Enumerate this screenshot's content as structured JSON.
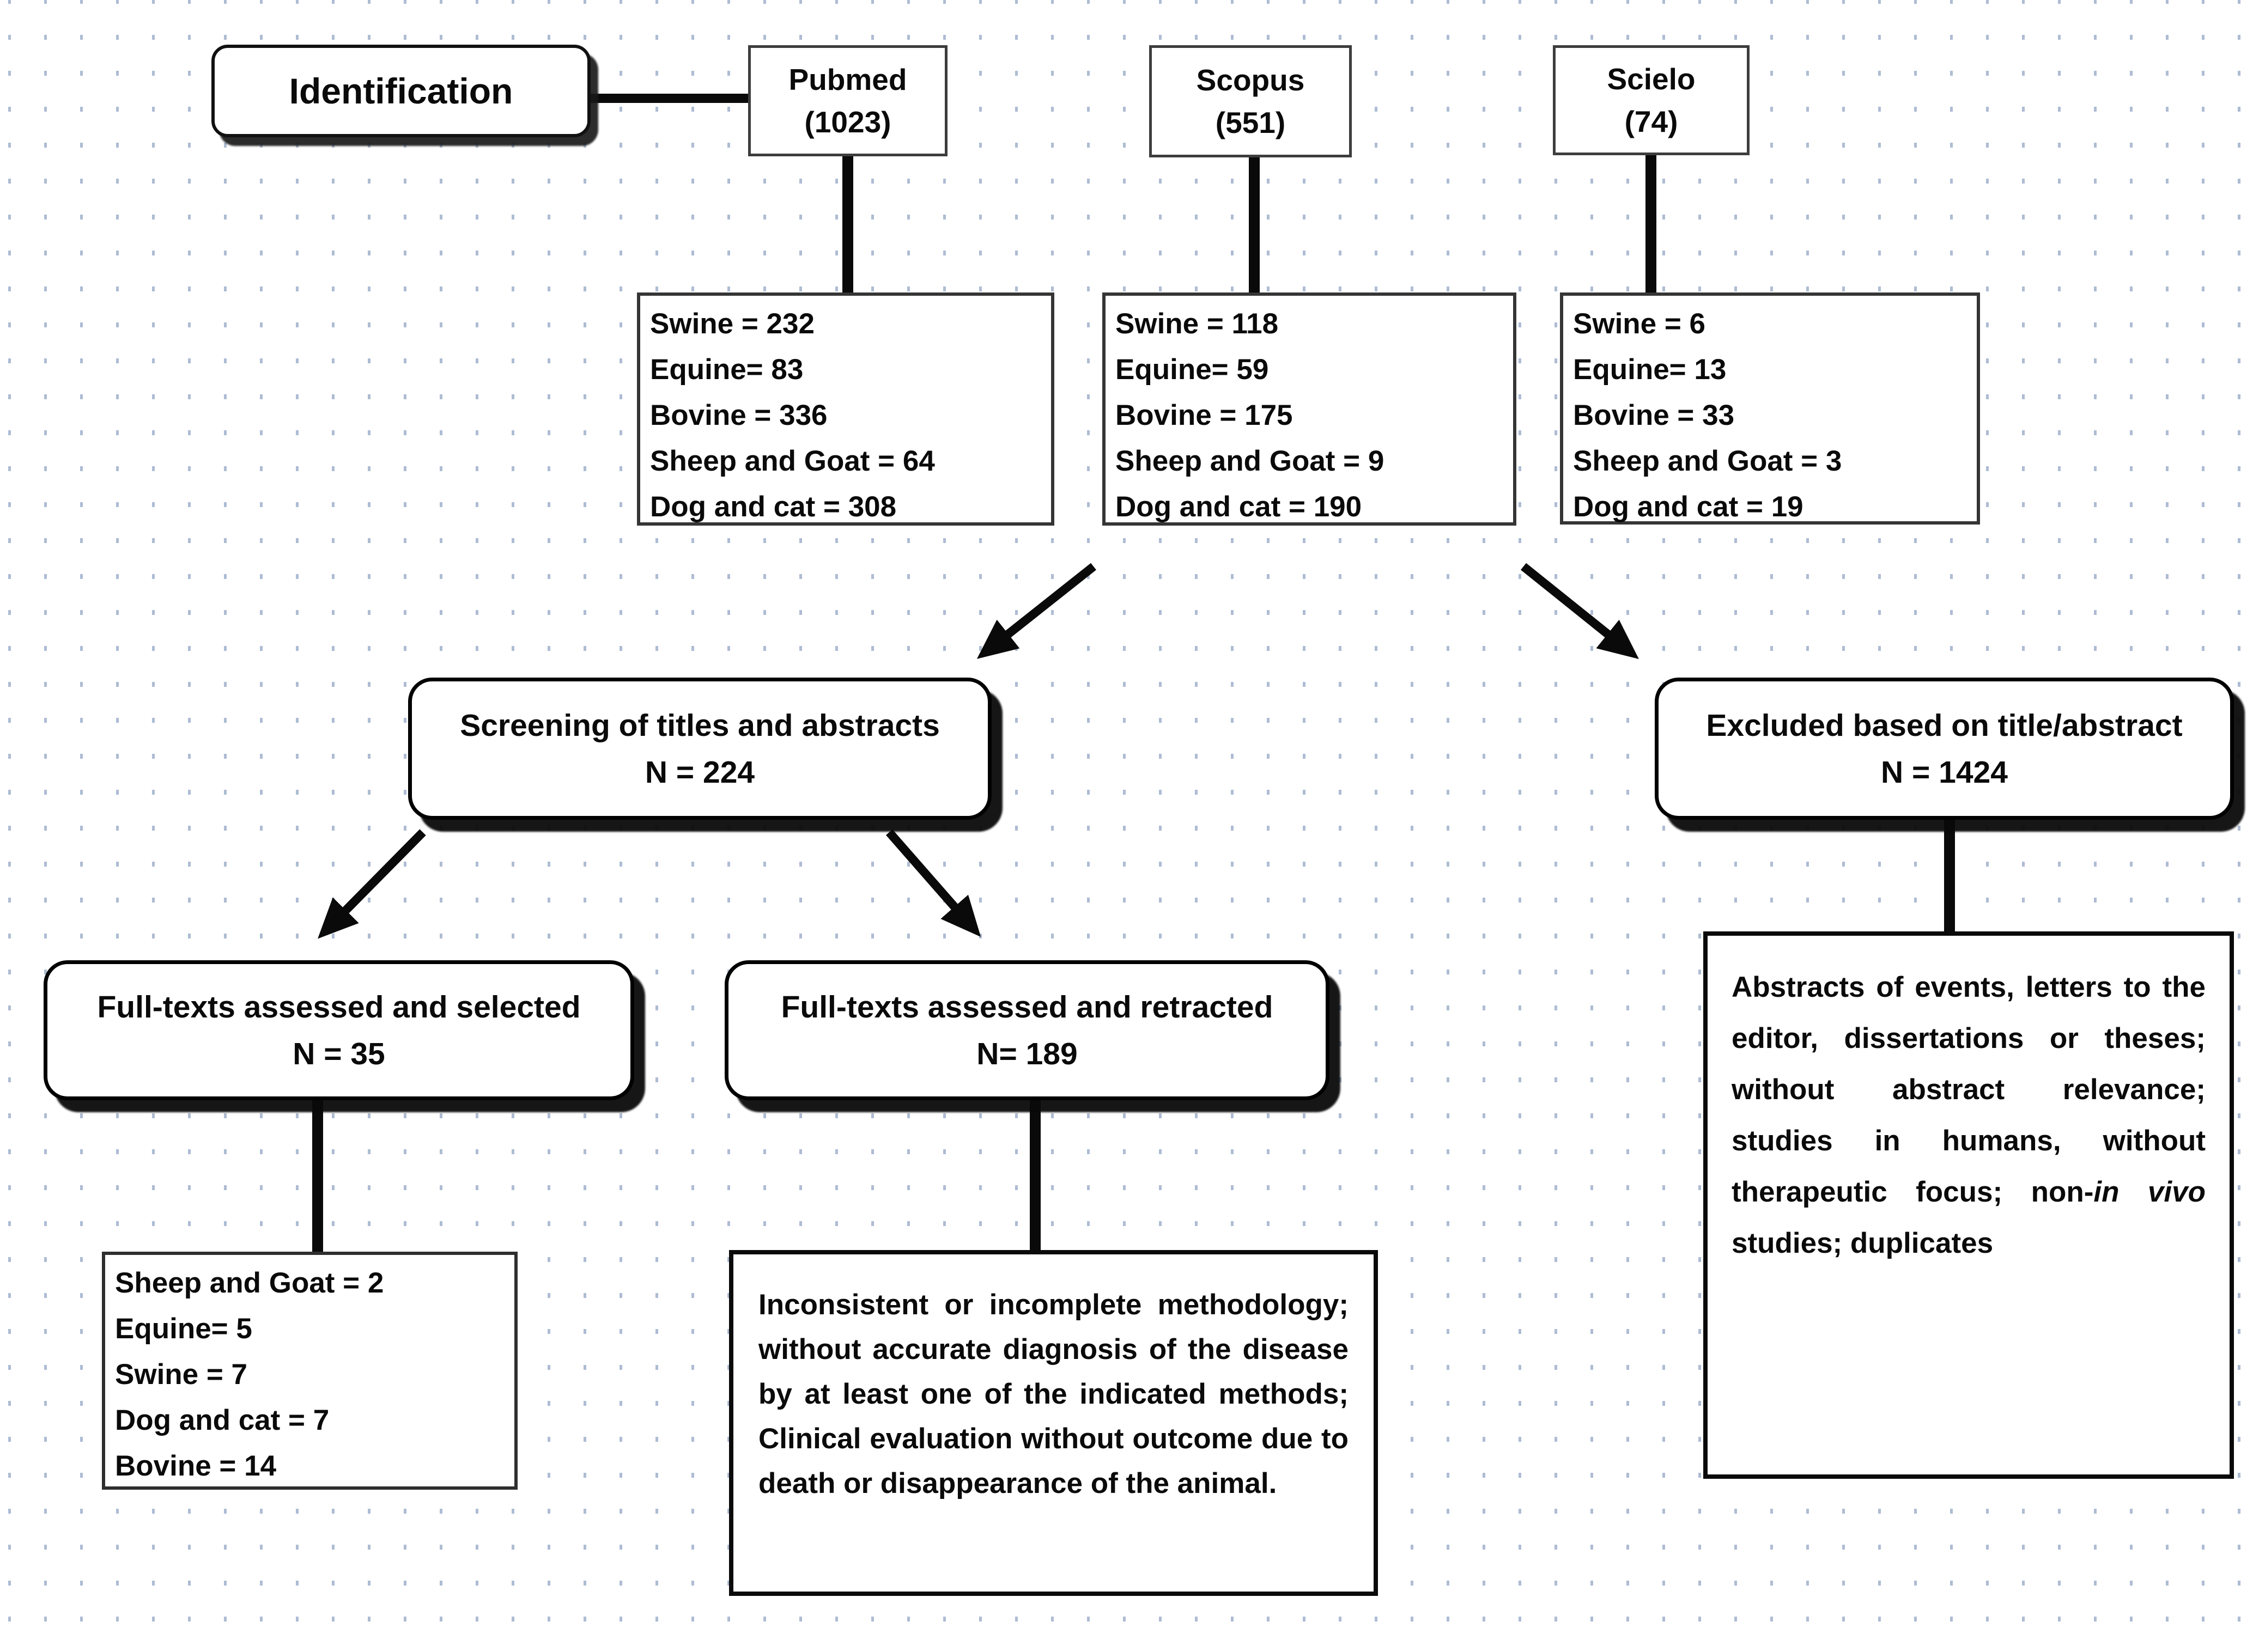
{
  "palette": {
    "background": "#ffffff",
    "dot_grid": "#aebcd3",
    "line": "#0a0a0a",
    "box_fill": "#ffffff",
    "box_border": "#000000"
  },
  "identification": {
    "label": "Identification"
  },
  "sources": [
    {
      "name": "Pubmed",
      "total": "(1023)",
      "counts": [
        "Swine = 232",
        "Equine= 83",
        "Bovine = 336",
        "Sheep and Goat = 64",
        "Dog and cat = 308"
      ]
    },
    {
      "name": "Scopus",
      "total": "(551)",
      "counts": [
        "Swine = 118",
        "Equine= 59",
        "Bovine = 175",
        "Sheep and Goat = 9",
        "Dog and cat = 190"
      ]
    },
    {
      "name": "Scielo",
      "total": "(74)",
      "counts": [
        "Swine = 6",
        "Equine= 13",
        "Bovine = 33",
        "Sheep and Goat = 3",
        "Dog and cat = 19"
      ]
    }
  ],
  "screening": {
    "line1": "Screening of titles and abstracts",
    "line2": "N = 224"
  },
  "excluded": {
    "line1": "Excluded based on title/abstract",
    "line2": "N = 1424"
  },
  "selected": {
    "line1": "Full-texts assessed and selected",
    "line2": "N = 35"
  },
  "retracted": {
    "line1": "Full-texts assessed and retracted",
    "line2": "N= 189"
  },
  "selected_detail": {
    "lines": [
      "Sheep and Goat = 2",
      "Equine= 5",
      "Swine = 7",
      "Dog and cat = 7",
      "Bovine = 14"
    ]
  },
  "retracted_reasons": {
    "text": "Inconsistent or incomplete methodology; without accurate diagnosis of the disease by at least one of the indicated methods; Clinical evaluation without outcome due to death or disappearance of the animal."
  },
  "excluded_reasons": {
    "before": "Abstracts of events, letters to the editor, dissertations or theses; without abstract relevance; studies in humans, without therapeutic focus; non-",
    "italic": "in vivo",
    "after": " studies; duplicates"
  }
}
